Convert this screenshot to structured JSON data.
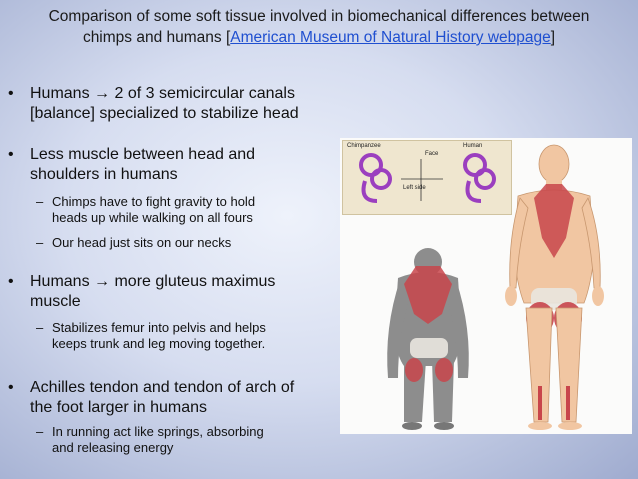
{
  "title": {
    "line1": "Comparison of  some soft tissue involved in biomechanical differences between",
    "line2_prefix": "chimps and humans [",
    "link_text": "American Museum of Natural History webpage",
    "line2_suffix": "]"
  },
  "bullets": [
    {
      "lines": [
        "Humans → 2 of 3 semicircular canals",
        "[balance] specialized to stabilize head"
      ]
    },
    {
      "lines": [
        "Less muscle between head and",
        "shoulders in humans"
      ]
    },
    {
      "lines": [
        "Humans → more gluteus maximus",
        "muscle"
      ]
    },
    {
      "lines": [
        "Achilles tendon and tendon of arch of",
        "the foot larger in humans"
      ]
    }
  ],
  "subbullets": [
    {
      "lines": [
        "Chimps have to fight gravity to hold",
        "heads up while walking on all fours"
      ]
    },
    {
      "lines": [
        "Our head just sits on our necks"
      ]
    },
    {
      "lines": [
        "Stabilizes femur into pelvis and helps",
        "keeps trunk and leg moving together."
      ]
    },
    {
      "lines": [
        "In running act like springs, absorbing",
        "and releasing energy"
      ]
    }
  ],
  "figure": {
    "inset_labels": {
      "chimpanzee": "Chimpanzee",
      "face": "Face",
      "human": "Human",
      "left_side": "Left side"
    }
  },
  "colors": {
    "link": "#1f4fd0",
    "muscle": "#c8454b",
    "chimp_fur": "#8d8d8d",
    "human_skin": "#f1c6a2",
    "bone": "#e9e6df"
  }
}
